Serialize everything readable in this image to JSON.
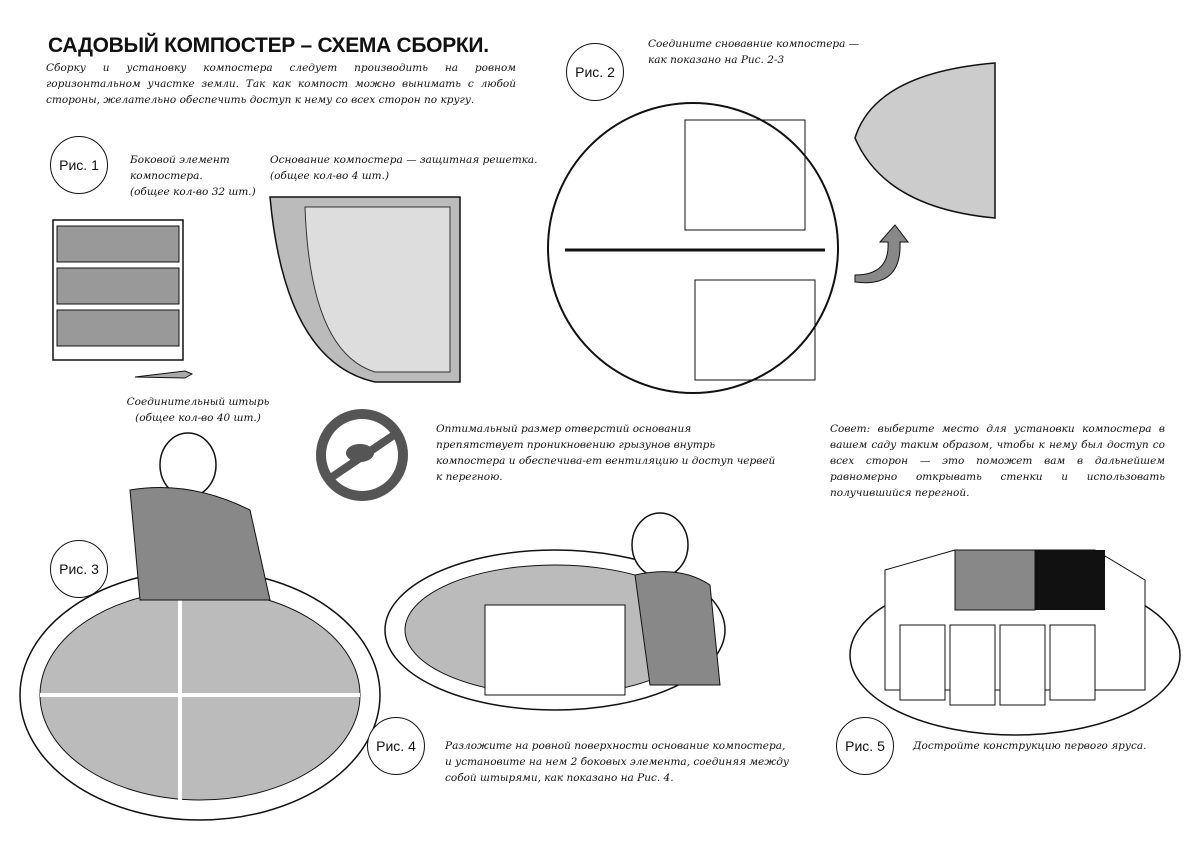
{
  "title": "САДОВЫЙ КОМПОСТЕР – СХЕМА СБОРКИ.",
  "intro": "Сборку и установку компостера следует производить на ровном горизонтальном участке земли. Так как компост можно вынимать с любой стороны, желательно обеспечить доступ к нему со всех сторон по кругу.",
  "fig1": {
    "label": "Рис. 1",
    "side_caption": "Боковой элемент компостера.",
    "side_count": "(общее кол-во 32 шт.)",
    "base_caption": "Основание компостера — защитная решетка.",
    "base_count": "(общее кол-во 4 шт.)",
    "pin_caption": "Соединительный штырь",
    "pin_count": "(общее кол-во 40 шт.)"
  },
  "fig2": {
    "label": "Рис. 2",
    "caption_line1": "Соедините сновавние компостера —",
    "caption_line2": "как показано на Рис. 2-3"
  },
  "rodent_note": "Оптимальный размер отверстий основания препятствует проникновению грызунов внутрь компостера и обеспечива-ет вентиляцию и доступ червей к перегною.",
  "tip": "Совет: выберите место для установки компостера в вашем саду таким образом, чтобы к нему был доступ со всех сторон — это поможет вам в дальнейшем равномерно открывать стенки и использовать получившийся перегной.",
  "fig3": {
    "label": "Рис. 3"
  },
  "fig4": {
    "label": "Рис. 4",
    "caption": "Разложите на ровной поверхности основание компостера, и установите на нем 2 боковых элемента, соединяя между собой штырями, как показано на Рис. 4."
  },
  "fig5": {
    "label": "Рис. 5",
    "caption": "Достройте конструкцию первого яруса."
  }
}
